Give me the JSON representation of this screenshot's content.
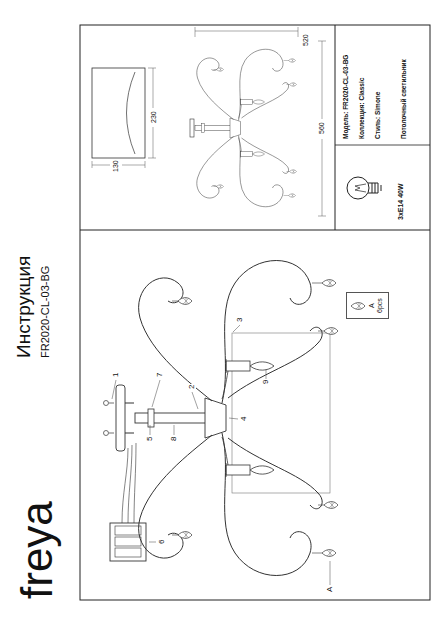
{
  "diagram": {
    "title": "Инструкция",
    "nodes": [
      {
        "text": [
          "A",
          "6pcs"
        ]
      }
    ],
    "edges": [],
    "labels": [
      "freya",
      "FR2020-CL-03-BG",
      "1",
      "7",
      "2",
      "5",
      "8",
      "6",
      "3",
      "9",
      "4",
      "A",
      "560",
      "520",
      "230",
      "130",
      "3xE14 40W",
      "Модель: FR2020-CL-03-BG",
      "Коллекция: Classic",
      "Стиль: Simone",
      "Потолочный светильник"
    ]
  }
}
